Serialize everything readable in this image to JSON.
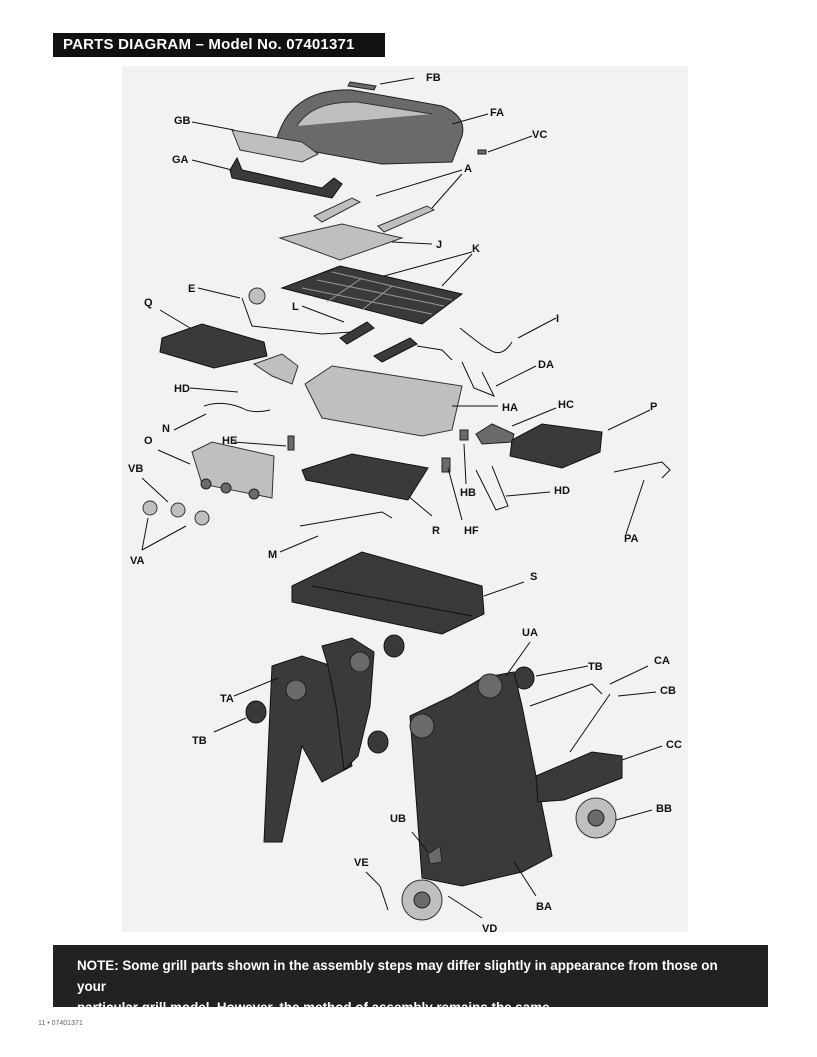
{
  "header": {
    "title": "PARTS DIAGRAM – Model No.  07401371"
  },
  "labels": {
    "FB": "FB",
    "FA": "FA",
    "GB": "GB",
    "GA": "GA",
    "VC": "VC",
    "A": "A",
    "J": "J",
    "K": "K",
    "E": "E",
    "L": "L",
    "Q": "Q",
    "I": "I",
    "DA": "DA",
    "HD_left": "HD",
    "HA": "HA",
    "HC": "HC",
    "P": "P",
    "N": "N",
    "O": "O",
    "HE": "HE",
    "VB": "VB",
    "HB": "HB",
    "HD_right": "HD",
    "VA": "VA",
    "R": "R",
    "HF": "HF",
    "PA": "PA",
    "M": "M",
    "S": "S",
    "UA": "UA",
    "CA": "CA",
    "TB_right": "TB",
    "CB": "CB",
    "TA": "TA",
    "TB_left": "TB",
    "CC": "CC",
    "BB": "BB",
    "UB": "UB",
    "VE": "VE",
    "BA": "BA",
    "VD": "VD"
  },
  "note": {
    "line1": "NOTE:  Some grill parts shown in the assembly steps may differ slightly in appearance from those on your",
    "line2": "particular grill model. However, the method of assembly remains the same."
  },
  "footer": {
    "page": "11 • 07401371"
  }
}
